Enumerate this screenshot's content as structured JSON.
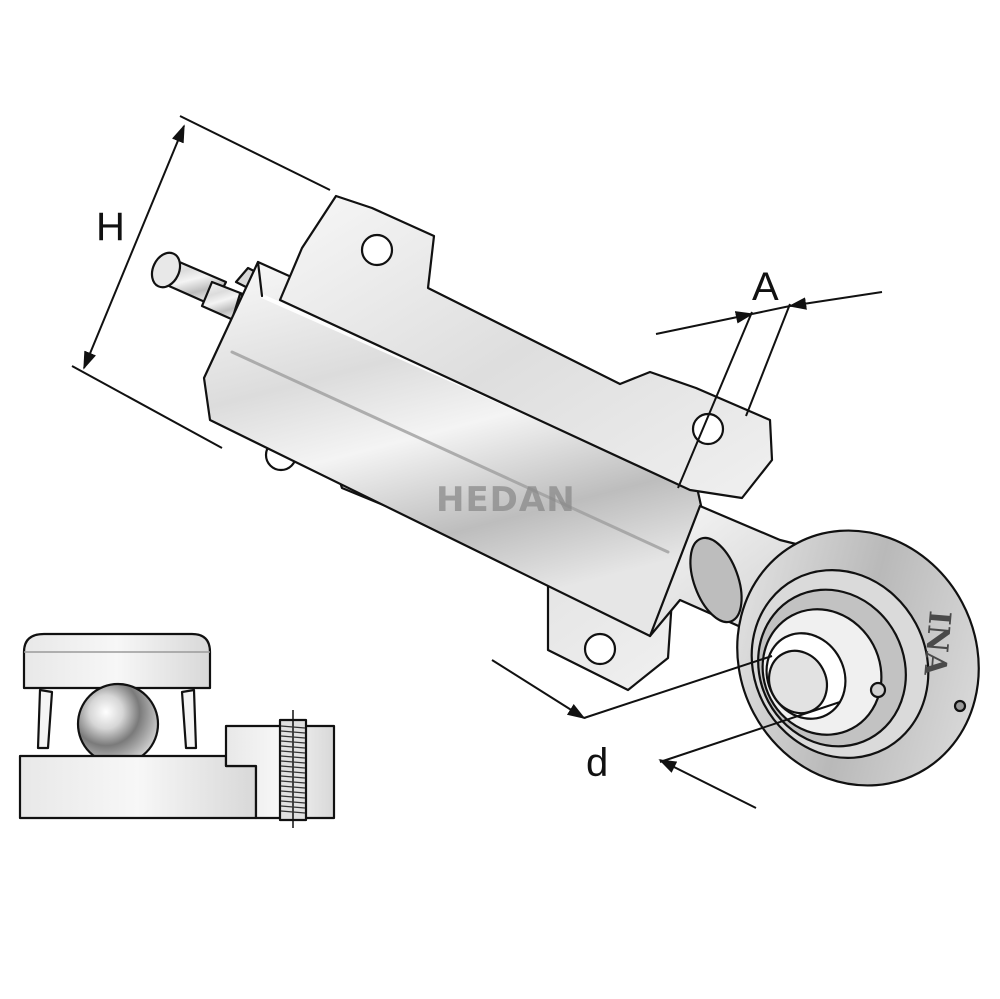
{
  "dimensions": {
    "height_label": "H",
    "width_label": "A",
    "bore_label": "d"
  },
  "watermark": "HEDAN",
  "housing_mark": "INA",
  "colors": {
    "outline": "#111111",
    "metal_light": "#f2f2f2",
    "metal_mid": "#c8c8c8",
    "metal_dark": "#8c8c8c",
    "background": "#ffffff"
  }
}
